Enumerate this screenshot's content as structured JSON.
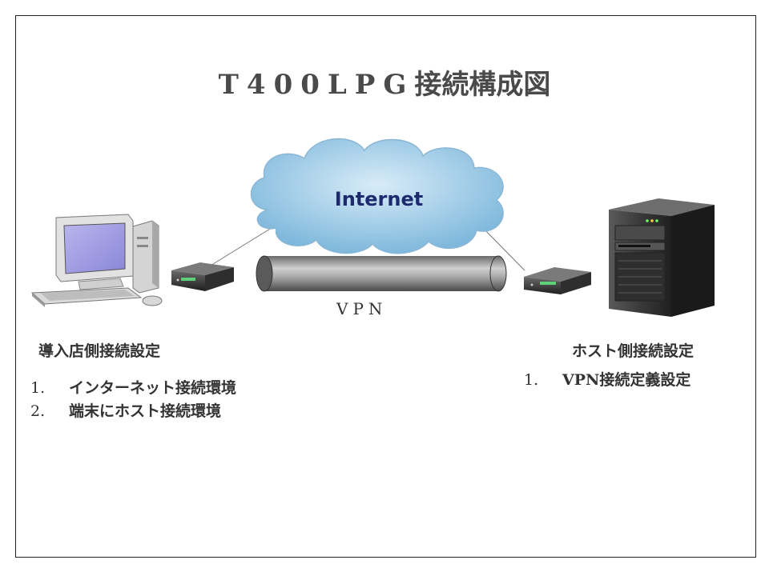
{
  "diagram": {
    "title_latin": "T400LPG",
    "title_kanji": "接続構成図",
    "cloud_label": "Internet",
    "tunnel_label": "VPN",
    "left": {
      "heading": "導入店側接続設定",
      "items": [
        {
          "num": "1.",
          "text": "インターネット接続環境"
        },
        {
          "num": "2.",
          "text": "端末にホスト接続環境"
        }
      ]
    },
    "right": {
      "heading": "ホスト側接続設定",
      "items": [
        {
          "num": "1.",
          "text": "VPN接続定義設定"
        }
      ]
    }
  }
}
